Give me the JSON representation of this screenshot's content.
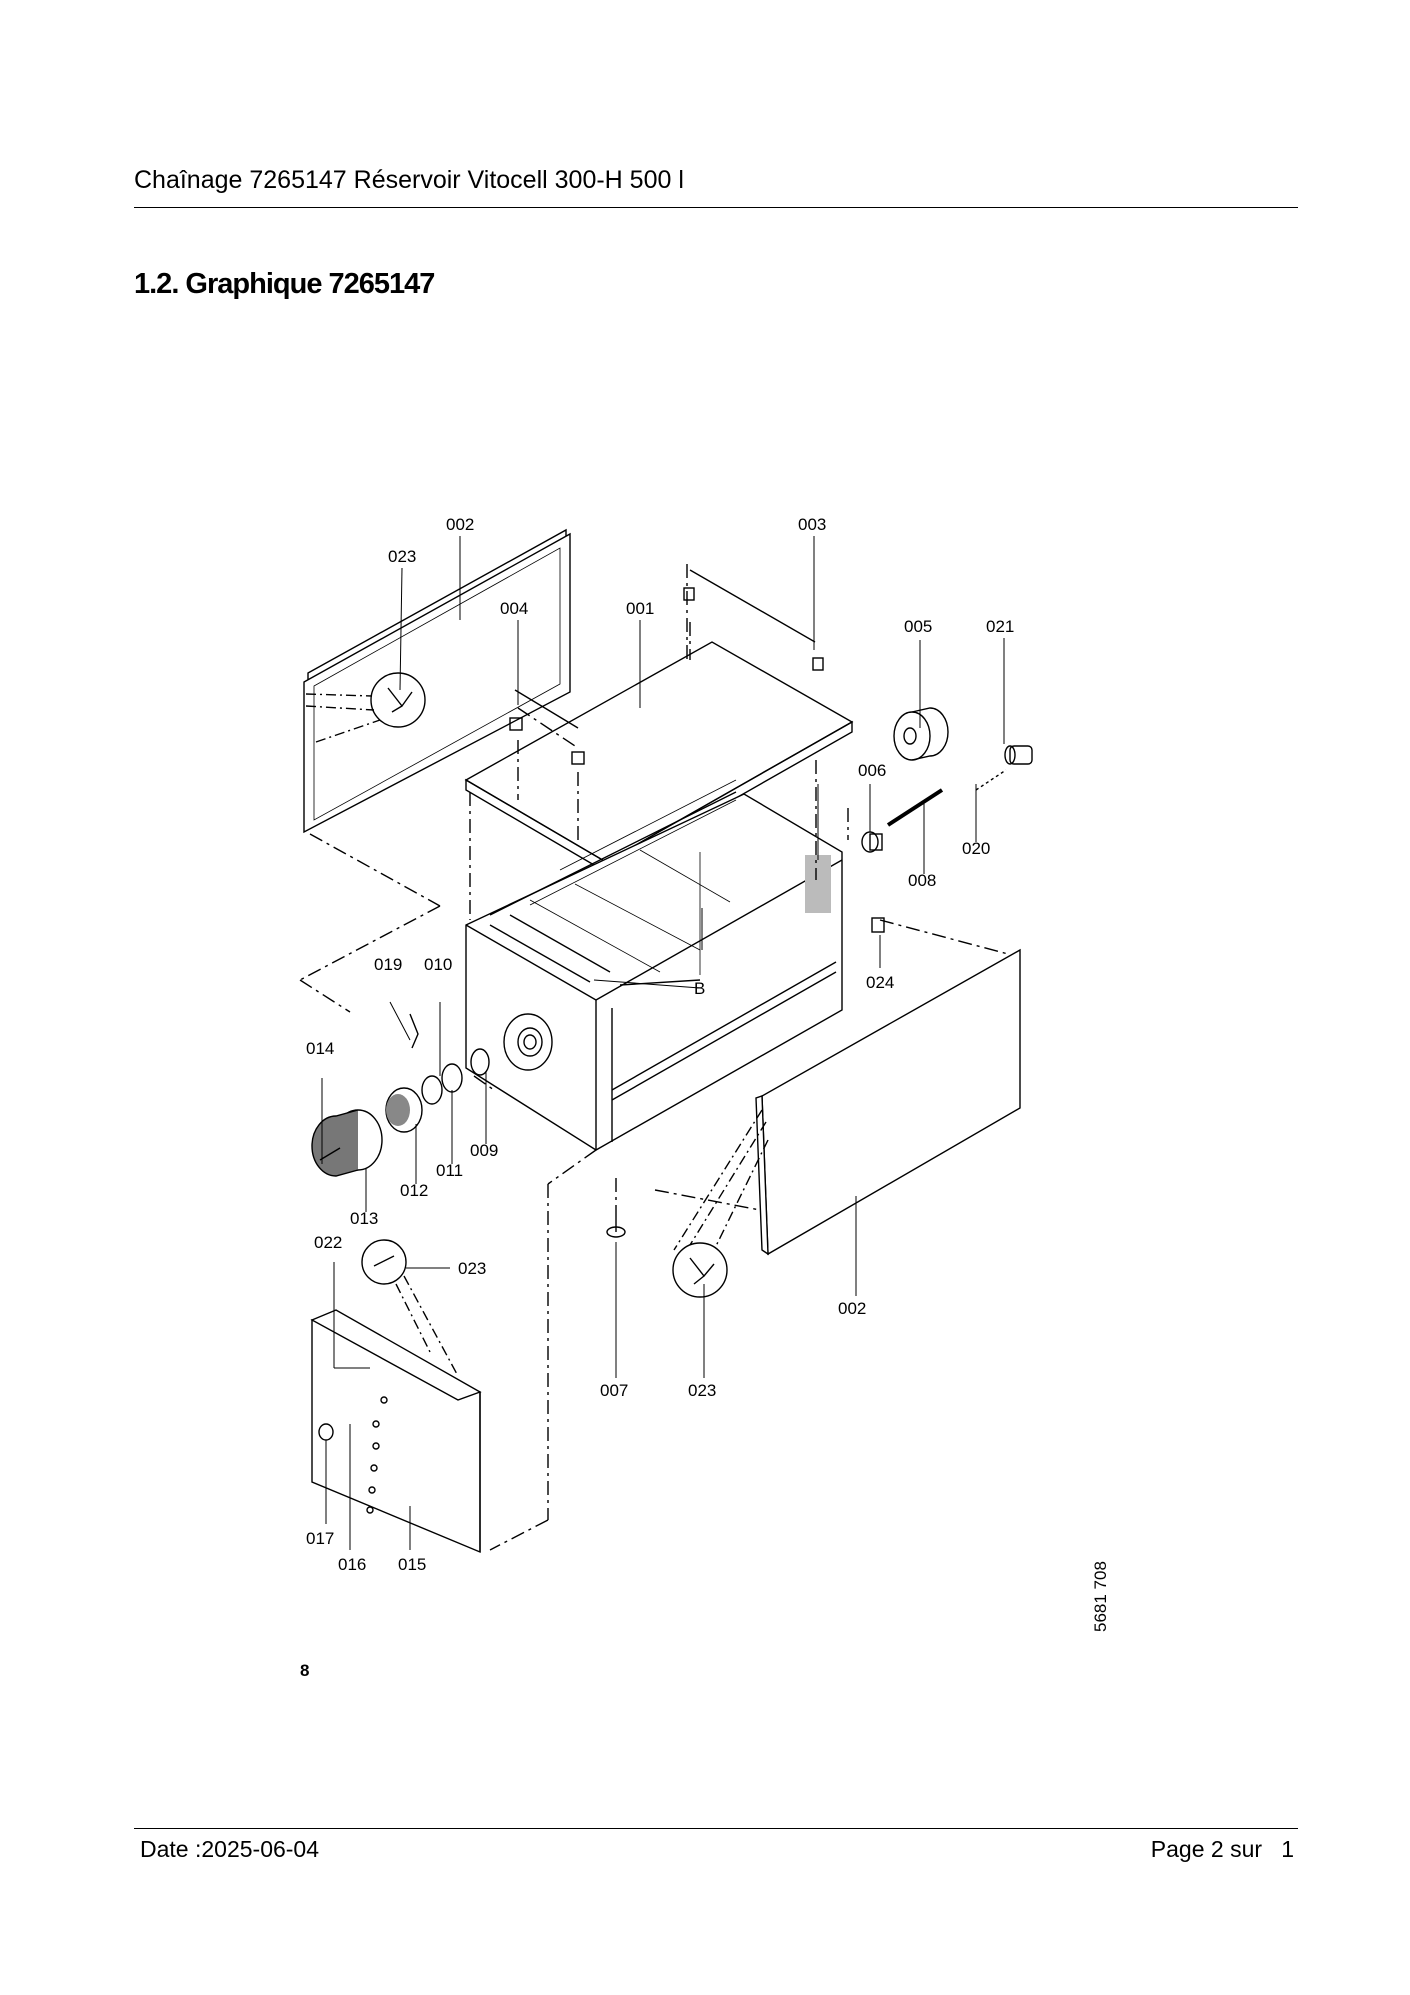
{
  "header": {
    "title": "Chaînage 7265147 Réservoir Vitocell 300-H 500 l"
  },
  "section": {
    "heading": "1.2. Graphique 7265147"
  },
  "diagram": {
    "callouts": {
      "c001": "001",
      "c002a": "002",
      "c002b": "002",
      "c003": "003",
      "c004": "004",
      "c005": "005",
      "c006": "006",
      "c007": "007",
      "c008": "008",
      "c009": "009",
      "c010": "010",
      "c011": "011",
      "c012": "012",
      "c013": "013",
      "c014": "014",
      "c015": "015",
      "c016": "016",
      "c017": "017",
      "c019": "019",
      "c020": "020",
      "c021": "021",
      "c022": "022",
      "c023a": "023",
      "c023b": "023",
      "c023c": "023",
      "c024": "024",
      "cB": "B"
    },
    "drawing_number": "5681 708",
    "page_mark": "8"
  },
  "footer": {
    "date": "Date :2025-06-04",
    "page": "Page 2 sur   1"
  }
}
